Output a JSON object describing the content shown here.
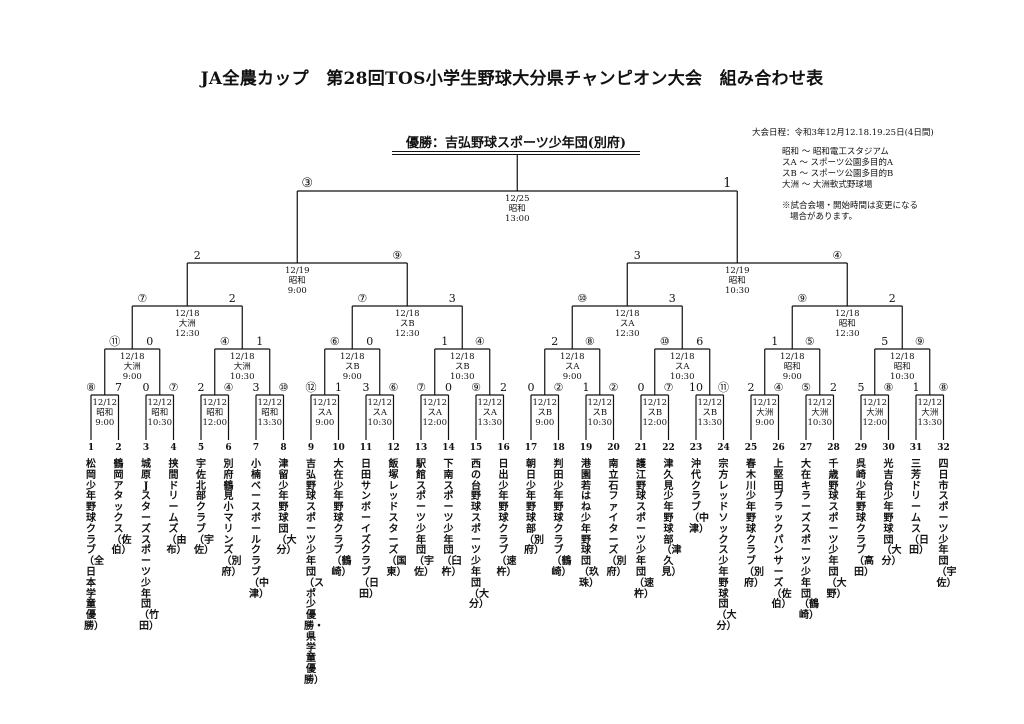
{
  "title": "JA全農カップ　第28回TOS小学生野球大分県チャンピオン大会　組み合わせ表",
  "champion": "優勝：吉弘野球スポーツ少年団(別府)",
  "info": {
    "dates": "大会日程：令和3年12月12.18.19.25日(4日間)",
    "venues": [
      "昭和 〜 昭和電工スタジアム",
      "スA 〜 スポーツ公園多目的A",
      "スB 〜 スポーツ公園多目的B",
      "大洲 〜 大洲軟式野球場"
    ],
    "note": [
      "※試合会場・開始時間は変更になる",
      "場合があります。"
    ]
  },
  "teams": [
    {
      "num": "1",
      "name": "松岡少年野球クラブ（全日本学童優勝）"
    },
    {
      "num": "2",
      "name": "鶴岡アタックス（佐伯）"
    },
    {
      "num": "3",
      "name": "城原Jスターズスポーツ少年団（竹田）"
    },
    {
      "num": "4",
      "name": "挟間ドリームズ（由布）"
    },
    {
      "num": "5",
      "name": "宇佐北部クラブ（宇佐）"
    },
    {
      "num": "6",
      "name": "別府鶴見小マリンズ（別府）"
    },
    {
      "num": "7",
      "name": "小楠ベースボールクラブ（中津）"
    },
    {
      "num": "8",
      "name": "津留少年野球団（大分）"
    },
    {
      "num": "9",
      "name": "吉弘野球スポーツ少年団（スポ少優勝・県学童優勝）"
    },
    {
      "num": "10",
      "name": "大在少年野球クラブ（鶴崎）"
    },
    {
      "num": "11",
      "name": "日田サンボーイズクラブ（日田）"
    },
    {
      "num": "12",
      "name": "飯塚レッドスターズ（国東）"
    },
    {
      "num": "13",
      "name": "駅館スポーツ少年団（宇佐）"
    },
    {
      "num": "14",
      "name": "下南スポーツ少年団（臼杵）"
    },
    {
      "num": "15",
      "name": "西の台野球スポーツ少年団（大分）"
    },
    {
      "num": "16",
      "name": "日出少年野球クラブ（速杵）"
    },
    {
      "num": "17",
      "name": "朝日少年野球部（別府）"
    },
    {
      "num": "18",
      "name": "判田少年野球クラブ（鶴崎）"
    },
    {
      "num": "19",
      "name": "港園若はね少年野球団（玖珠）"
    },
    {
      "num": "20",
      "name": "南立石ファイターズ（別府）"
    },
    {
      "num": "21",
      "name": "護江野球スポーツ少年団（速杵）"
    },
    {
      "num": "22",
      "name": "津久見少年野球部（津久見）"
    },
    {
      "num": "23",
      "name": "沖代クラブ（中津）"
    },
    {
      "num": "24",
      "name": "宗方レッドソックス少年野球団（大分）"
    },
    {
      "num": "25",
      "name": "春木川少年野球クラブ（別府）"
    },
    {
      "num": "26",
      "name": "上堅田ブラックパンサーズ（佐伯）"
    },
    {
      "num": "27",
      "name": "大在キラーズスポーツ少年団（鶴崎）"
    },
    {
      "num": "28",
      "name": "千歳野球スポーツ少年団（大野）"
    },
    {
      "num": "29",
      "name": "呉崎少年野球クラブ（高田）"
    },
    {
      "num": "30",
      "name": "光吉台少年野球団（大分）"
    },
    {
      "num": "31",
      "name": "三芳ドリームス（日田）"
    },
    {
      "num": "32",
      "name": "四日市スポーツ少年団（宇佐）"
    }
  ],
  "rounds": [
    [
      {
        "date": "12/12",
        "venue": "昭和",
        "time": "9:00",
        "l": "⑧",
        "r": "7"
      },
      {
        "date": "12/12",
        "venue": "昭和",
        "time": "10:30",
        "l": "0",
        "r": "⑦"
      },
      {
        "date": "12/12",
        "venue": "昭和",
        "time": "12:00",
        "l": "2",
        "r": "④"
      },
      {
        "date": "12/12",
        "venue": "昭和",
        "time": "13:30",
        "l": "3",
        "r": "⑩"
      },
      {
        "date": "12/12",
        "venue": "スA",
        "time": "9:00",
        "l": "⑫",
        "r": "1"
      },
      {
        "date": "12/12",
        "venue": "スA",
        "time": "10:30",
        "l": "3",
        "r": "⑥"
      },
      {
        "date": "12/12",
        "venue": "スA",
        "time": "12:00",
        "l": "⑦",
        "r": "0"
      },
      {
        "date": "12/12",
        "venue": "スA",
        "time": "13:30",
        "l": "⑨",
        "r": "2"
      },
      {
        "date": "12/12",
        "venue": "スB",
        "time": "9:00",
        "l": "0",
        "r": "②"
      },
      {
        "date": "12/12",
        "venue": "スB",
        "time": "10:30",
        "l": "1",
        "r": "②"
      },
      {
        "date": "12/12",
        "venue": "スB",
        "time": "12:00",
        "l": "0",
        "r": "⑦"
      },
      {
        "date": "12/12",
        "venue": "スB",
        "time": "13:30",
        "l": "10",
        "r": "⑪"
      },
      {
        "date": "12/12",
        "venue": "大洲",
        "time": "9:00",
        "l": "2",
        "r": "④"
      },
      {
        "date": "12/12",
        "venue": "大洲",
        "time": "10:30",
        "l": "⑤",
        "r": "2"
      },
      {
        "date": "12/12",
        "venue": "大洲",
        "time": "12:00",
        "l": "5",
        "r": "⑧"
      },
      {
        "date": "12/12",
        "venue": "大洲",
        "time": "13:30",
        "l": "1",
        "r": "⑧"
      }
    ],
    [
      {
        "date": "12/18",
        "venue": "大洲",
        "time": "9:00",
        "l": "⑪",
        "r": "0"
      },
      {
        "date": "12/18",
        "venue": "大洲",
        "time": "10:30",
        "l": "④",
        "r": "1"
      },
      {
        "date": "12/18",
        "venue": "スB",
        "time": "9:00",
        "l": "⑥",
        "r": "0"
      },
      {
        "date": "12/18",
        "venue": "スB",
        "time": "10:30",
        "l": "1",
        "r": "④"
      },
      {
        "date": "12/18",
        "venue": "スA",
        "time": "9:00",
        "l": "2",
        "r": "⑧"
      },
      {
        "date": "12/18",
        "venue": "スA",
        "time": "10:30",
        "l": "⑩",
        "r": "6"
      },
      {
        "date": "12/18",
        "venue": "昭和",
        "time": "9:00",
        "l": "1",
        "r": "⑤"
      },
      {
        "date": "12/18",
        "venue": "昭和",
        "time": "10:30",
        "l": "5",
        "r": "⑨"
      }
    ],
    [
      {
        "date": "12/18",
        "venue": "大洲",
        "time": "12:30",
        "l": "⑦",
        "r": "2"
      },
      {
        "date": "12/18",
        "venue": "スB",
        "time": "12:30",
        "l": "⑦",
        "r": "3"
      },
      {
        "date": "12/18",
        "venue": "スA",
        "time": "12:30",
        "l": "⑩",
        "r": "3"
      },
      {
        "date": "12/18",
        "venue": "昭和",
        "time": "12:30",
        "l": "⑨",
        "r": "2"
      }
    ],
    [
      {
        "date": "12/19",
        "venue": "昭和",
        "time": "9:00",
        "l": "2",
        "r": "⑨"
      },
      {
        "date": "12/19",
        "venue": "昭和",
        "time": "10:30",
        "l": "3",
        "r": "④"
      }
    ],
    [
      {
        "date": "12/25",
        "venue": "昭和",
        "time": "13:00",
        "l": "③",
        "r": "1"
      }
    ]
  ]
}
